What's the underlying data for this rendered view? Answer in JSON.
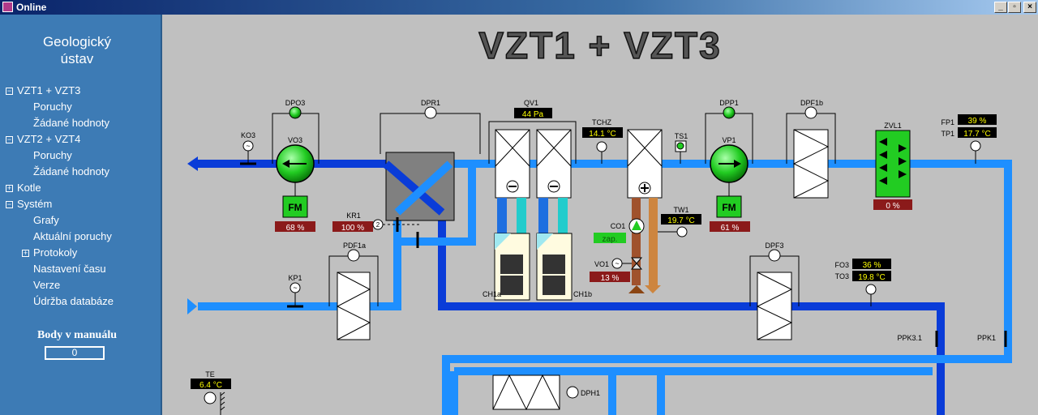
{
  "window": {
    "title": "Online",
    "min_glyph": "_",
    "max_glyph": "▫",
    "close_glyph": "×"
  },
  "sidebar": {
    "org_line1": "Geologický",
    "org_line2": "ústav",
    "tree": [
      {
        "label": "VZT1 + VZT3",
        "toggle": "−"
      },
      {
        "label": "Poruchy"
      },
      {
        "label": "Žádané hodnoty"
      },
      {
        "label": "VZT2 + VZT4",
        "toggle": "−"
      },
      {
        "label": "Poruchy"
      },
      {
        "label": "Žádané hodnoty"
      },
      {
        "label": "Kotle",
        "toggle": "+"
      },
      {
        "label": "Systém",
        "toggle": "−"
      },
      {
        "label": "Grafy"
      },
      {
        "label": "Aktuální poruchy"
      },
      {
        "label": "Protokoly",
        "toggle": "+"
      },
      {
        "label": "Nastavení času"
      },
      {
        "label": "Verze"
      },
      {
        "label": "Údržba databáze"
      }
    ],
    "manual_title": "Body v manuálu",
    "manual_value": "0"
  },
  "scheme": {
    "title": "VZT1 + VZT3",
    "labels": {
      "dpo3": "DPO3",
      "dpr1": "DPR1",
      "qv1": "QV1",
      "tchz": "TCHZ",
      "ts1": "TS1",
      "dpp1": "DPP1",
      "dpf1b": "DPF1b",
      "zvl1": "ZVL1",
      "fp1": "FP1",
      "tp1": "TP1",
      "ko3": "KO3",
      "vo3": "VO3",
      "fm_o": "FM",
      "kr1": "KR1",
      "pdf1a": "PDF1a",
      "kp1": "KP1",
      "ch1a": "CH1a",
      "ch1b": "CH1b",
      "co1": "CO1",
      "vo1": "VO1",
      "tw1": "TW1",
      "vp1": "VP1",
      "fm_p": "FM",
      "dpf3": "DPF3",
      "fo3": "FO3",
      "to3": "TO3",
      "ppk31": "PPK3.1",
      "ppk1": "PPK1",
      "te": "TE",
      "dph1": "DPH1"
    },
    "values": {
      "qv1": "44 Pa",
      "tchz": "14.1 °C",
      "fp1": "39 %",
      "tp1": "17.7 °C",
      "vo3": "68 %",
      "kr1": "100 %",
      "tw1": "19.7 °C",
      "co1": "zap.",
      "vo1": "13 %",
      "vp1": "61 %",
      "zvl1": "0 %",
      "fo3": "36 %",
      "to3": "19.8 °C",
      "te": "6.4 °C"
    },
    "colors": {
      "duct": "#1e8fff",
      "duct_return": "#0a3cd8",
      "pipe_brown": "#a0522d",
      "alarm_red": "#8b1a1a",
      "ok_green": "#22cc22",
      "value_bg": "#000000",
      "value_fg": "#ffff00"
    }
  }
}
